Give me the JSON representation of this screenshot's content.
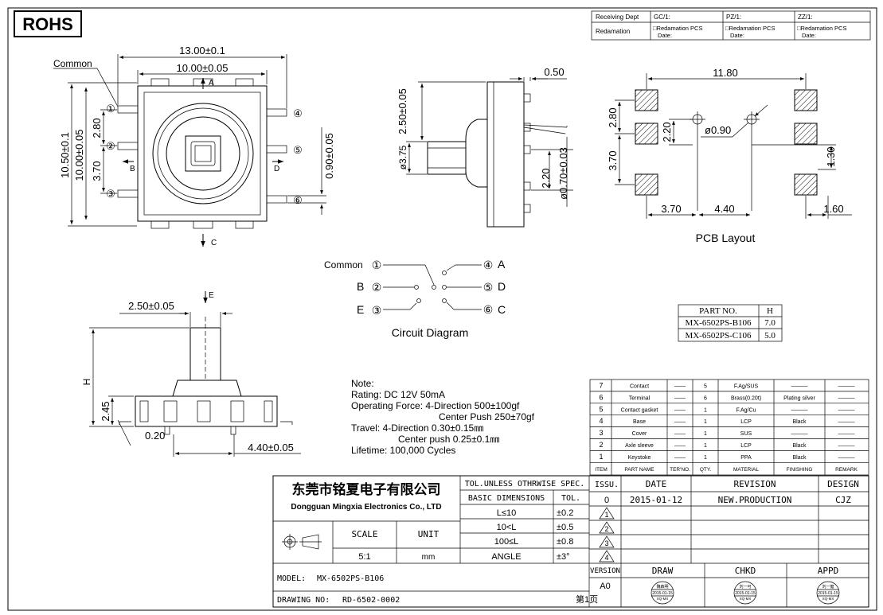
{
  "header": {
    "rohs": "ROHS",
    "receiving_dept": "Receiving Dept",
    "gc": "GC/1:",
    "pz": "PZ/1:",
    "zz": "ZZ/1:",
    "redamation": "Redamation",
    "redamation_pcs": "□Redamation  PCS",
    "date_label": "Date:"
  },
  "top_view": {
    "common_label": "Common",
    "dim_width": "13.00±0.1",
    "dim_inner_width": "10.00±0.05",
    "dim_height": "10.50±0.1",
    "dim_inner_height": "10.00±0.05",
    "dim_pitch1": "2.80",
    "dim_pitch2": "3.70",
    "dim_pin": "0.90±0.05",
    "dir_a": "A",
    "dir_b": "B",
    "dir_c": "C",
    "dir_d": "D",
    "pins": [
      "①",
      "②",
      "③",
      "④",
      "⑤",
      "⑥"
    ]
  },
  "side_view": {
    "dim_050": "0.50",
    "dim_250": "2.50±0.05",
    "dim_375": "ø3.75",
    "dim_220": "2.20",
    "dim_070": "ø0.70±0.03"
  },
  "pcb": {
    "dim_1180": "11.80",
    "dim_280": "2.80",
    "dim_220": "2.20",
    "dim_090": "ø0.90",
    "dim_370": "3.70",
    "dim_130": "1.30",
    "dim_370b": "3.70",
    "dim_440": "4.40",
    "dim_160": "1.60",
    "title": "PCB Layout"
  },
  "circuit": {
    "common": "Common",
    "b": "B",
    "e": "E",
    "a": "A",
    "d": "D",
    "c": "C",
    "n1": "①",
    "n2": "②",
    "n3": "③",
    "n4": "④",
    "n5": "⑤",
    "n6": "⑥",
    "title": "Circuit Diagram"
  },
  "part_table": {
    "headers": [
      "PART NO.",
      "H"
    ],
    "rows": [
      [
        "MX-6502PS-B106",
        "7.0"
      ],
      [
        "MX-6502PS-C106",
        "5.0"
      ]
    ]
  },
  "front_view": {
    "dim_250": "2.50±0.05",
    "dim_e": "E",
    "dim_h": "H",
    "dim_245": "2.45",
    "dim_020": "0.20",
    "dim_440": "4.40±0.05"
  },
  "notes": {
    "l1": "Note:",
    "l2": "Rating: DC 12V 50mA",
    "l3": "Operating Force: 4-Direction 500±100gf",
    "l4": "Center Push 250±70gf",
    "l5": "Travel:  4-Direction 0.30±0.15㎜",
    "l6": "Center push 0.25±0.1㎜",
    "l7": "Lifetime:  100,000 Cycles"
  },
  "bom": {
    "rows": [
      {
        "item": "7",
        "name": "Contact",
        "no": "——",
        "qty": "5",
        "material": "F.Ag/SUS",
        "finishing": "———",
        "remark": "———"
      },
      {
        "item": "6",
        "name": "Terminal",
        "no": "——",
        "qty": "6",
        "material": "Brass(0.20t)",
        "finishing": "Plating silver",
        "remark": "———"
      },
      {
        "item": "5",
        "name": "Contact gasket",
        "no": "——",
        "qty": "1",
        "material": "F.Ag/Cu",
        "finishing": "———",
        "remark": "———"
      },
      {
        "item": "4",
        "name": "Base",
        "no": "——",
        "qty": "1",
        "material": "LCP",
        "finishing": "Black",
        "remark": "———"
      },
      {
        "item": "3",
        "name": "Cover",
        "no": "——",
        "qty": "1",
        "material": "SUS",
        "finishing": "———",
        "remark": "———"
      },
      {
        "item": "2",
        "name": "Axle sleeve",
        "no": "——",
        "qty": "1",
        "material": "LCP",
        "finishing": "Black",
        "remark": "———"
      },
      {
        "item": "1",
        "name": "Keystoke",
        "no": "——",
        "qty": "1",
        "material": "PPA",
        "finishing": "Black",
        "remark": "———"
      }
    ],
    "headers": [
      "ITEM",
      "PART NAME",
      "TER'NO.",
      "QTY.",
      "MATERIAL",
      "FINISHING",
      "REMARK"
    ]
  },
  "title_block": {
    "company_cn": "东莞市铭夏电子有限公司",
    "company_en": "Dongguan Mingxia Electronics Co., LTD",
    "tol_title": "TOL.UNLESS OTHRWISE SPEC.",
    "basic_dim": "BASIC DIMENSIONS",
    "tol": "TOL.",
    "tol_rows": [
      [
        "L≤10",
        "±0.2"
      ],
      [
        "10<L",
        "±0.5"
      ],
      [
        "100≤L",
        "±0.8"
      ],
      [
        "ANGLE",
        "±3°"
      ]
    ],
    "scale_label": "SCALE",
    "unit_label": "UNIT",
    "scale": "5:1",
    "unit": "mm",
    "issu": "ISSU.",
    "date": "DATE",
    "revision": "REVISION",
    "design": "DESIGN",
    "issu_val": "0",
    "date_val": "2015-01-12",
    "revision_val": "NEW.PRODUCTION",
    "design_val": "CJZ",
    "rev_marks": [
      "1",
      "2",
      "3",
      "4"
    ],
    "model_label": "MODEL:",
    "model": "MX-6502PS-B106",
    "drawing_label": "DRAWING NO:",
    "drawing": "RD-6502-0002",
    "page": "第1页",
    "version_label": "VERSION",
    "version": "A0",
    "draw": "DRAW",
    "chkd": "CHKD",
    "appd": "APPD",
    "stamp_draw_name": "魏森明",
    "stamp_chkd_name": "刘一可",
    "stamp_appd_name": "刘一健",
    "stamp_date": "2015-01-15",
    "stamp_co": "XQ-MX"
  }
}
